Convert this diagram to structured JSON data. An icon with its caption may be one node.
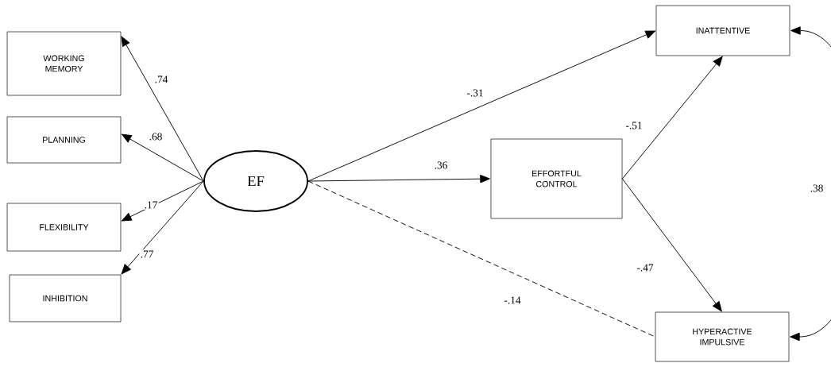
{
  "diagram": {
    "nodes": [
      {
        "text": [
          "WORKING MEMORY"
        ]
      },
      {
        "text": [
          "PLANNING"
        ]
      },
      {
        "text": [
          "FLEXIBILITY"
        ]
      },
      {
        "text": [
          "INHIBITION"
        ]
      },
      {
        "text": [
          "EF"
        ]
      },
      {
        "text": [
          "INATTENTIVE"
        ]
      },
      {
        "text": [
          "EFFORTFUL CONTROL"
        ]
      },
      {
        "text": [
          "HYPERACTIVE IMPULSIVE"
        ]
      }
    ],
    "edges": [
      {
        "from": 4,
        "to": 0,
        "arrow": "to",
        "label": ".74"
      },
      {
        "from": 4,
        "to": 1,
        "arrow": "to",
        "label": ".68"
      },
      {
        "from": 4,
        "to": 2,
        "arrow": "to",
        "label": ".17"
      },
      {
        "from": 4,
        "to": 3,
        "arrow": "to",
        "label": ".77"
      },
      {
        "from": 4,
        "to": 5,
        "arrow": "to",
        "label": "-.31"
      },
      {
        "from": 4,
        "to": 6,
        "arrow": "to",
        "label": ".36"
      },
      {
        "from": 4,
        "to": 7,
        "arrow": "none",
        "label": "-.14",
        "style": "dashed"
      },
      {
        "from": 6,
        "to": 5,
        "arrow": "to",
        "label": "-.51"
      },
      {
        "from": 6,
        "to": 7,
        "arrow": "to",
        "label": "-.47"
      },
      {
        "from": 5,
        "to": 7,
        "arrow": "both",
        "label": ".38"
      }
    ]
  }
}
